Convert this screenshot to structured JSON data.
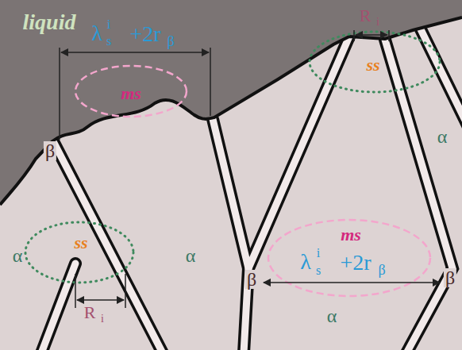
{
  "diagram": {
    "labels": [
      "liquid",
      "λ",
      "i",
      "s",
      "+2r",
      "β",
      "R",
      "i",
      "ss",
      "ms",
      "β",
      "α",
      "ss",
      "ms",
      "β",
      "β",
      "λ",
      "i",
      "s",
      "+2r",
      "β",
      "α",
      "α",
      "R",
      "i",
      "α"
    ]
  }
}
